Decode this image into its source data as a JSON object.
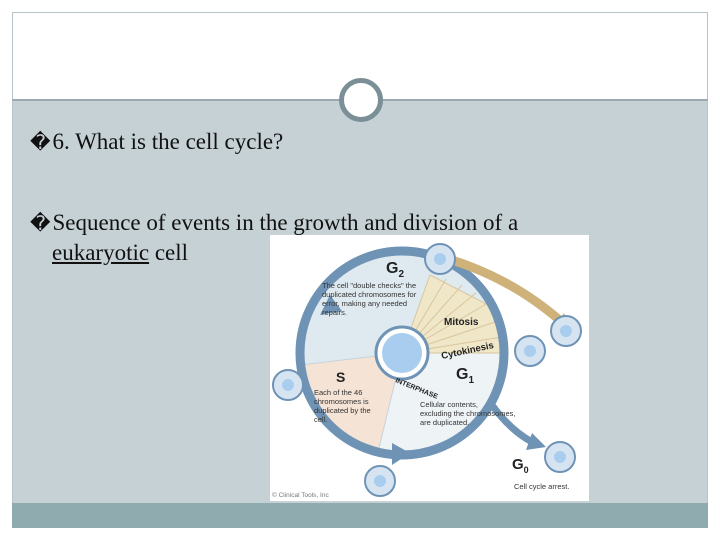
{
  "slide": {
    "question": {
      "bullet": "�",
      "text": "6. What is the cell cycle?"
    },
    "answer": {
      "bullet": "�",
      "line1": "Sequence of events in the growth and division of a",
      "underlined": "eukaryotic",
      "rest": " cell"
    }
  },
  "diagram": {
    "g2": {
      "main": "G",
      "sub": "2"
    },
    "g2_note": [
      "The cell \"double checks\" the",
      "duplicated chromosomes for",
      "error, making any needed",
      "repairs."
    ],
    "mitosis": "Mitosis",
    "cytokinesis": "Cytokinesis",
    "interphase": "INTERPHASE",
    "s": "S",
    "s_note": [
      "Each of the 46",
      "chromosomes is",
      "duplicated by the",
      "cell."
    ],
    "g1": {
      "main": "G",
      "sub": "1"
    },
    "g1_note": [
      "Cellular contents,",
      "excluding the chromosomes,",
      "are duplicated."
    ],
    "g0": {
      "main": "G",
      "sub": "0"
    },
    "g0_note": "Cell cycle arrest.",
    "credit": "© Clinical Tools, Inc",
    "colors": {
      "ring": "#6f93b5",
      "g2_fill": "#dfeaf0",
      "s_fill": "#f5e3d6",
      "g1_fill": "#eef3f6",
      "mitosis_fan": "#f0e6c8",
      "mitosis_arrow": "#cfb27a",
      "nucleus": "#a9cdee",
      "cell": "#d6e4f2"
    }
  }
}
